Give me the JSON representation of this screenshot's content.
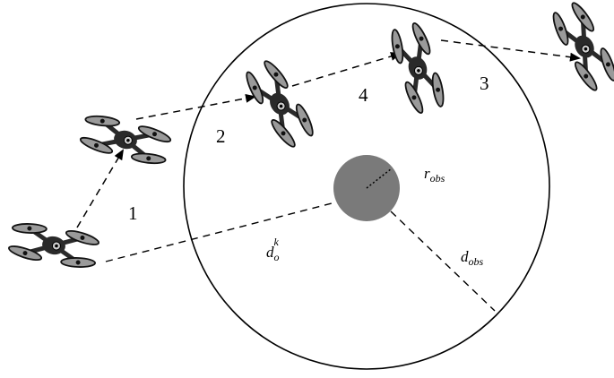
{
  "segments": [
    "1",
    "2",
    "4",
    "3"
  ],
  "labels": {
    "d_o": {
      "main": "d",
      "sub": "o",
      "sup": "k"
    },
    "r_obs": {
      "main": "r",
      "sub": "obs"
    },
    "d_obs": {
      "main": "d",
      "sub": "obs"
    }
  },
  "colors": {
    "obstacle": "#7a7a7a",
    "stroke": "#000000",
    "drone_body": "#2a2a2a",
    "drone_prop": "#9a9a9a"
  },
  "drone_count": 5
}
